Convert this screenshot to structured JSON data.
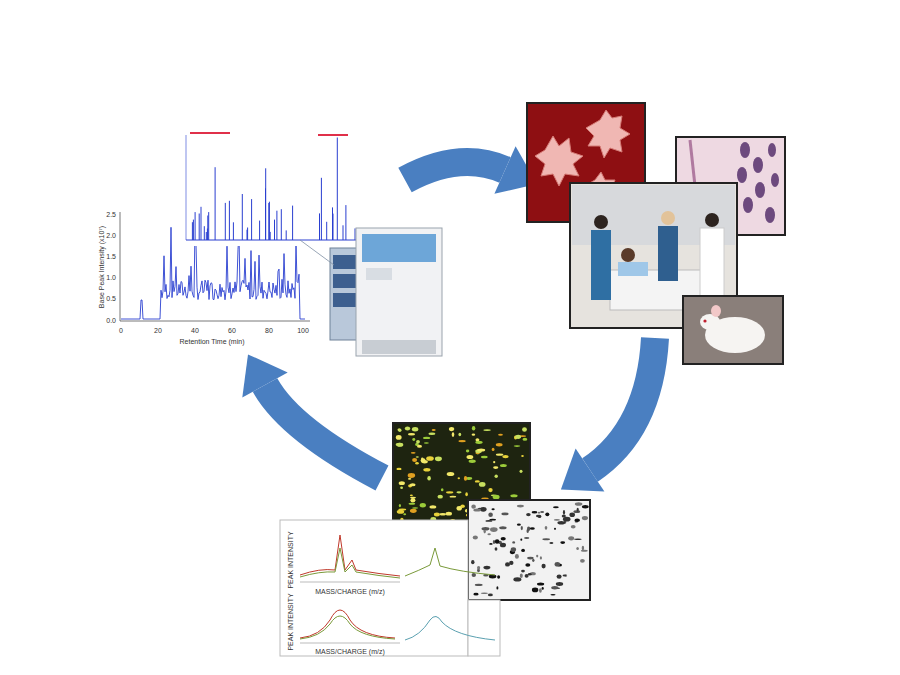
{
  "diagram": {
    "labels": [
      "2.5",
      "2.0",
      "1.5",
      "1.0",
      "0.5",
      "0.0",
      "0",
      "20",
      "40",
      "60",
      "80",
      "100",
      "Retention Time (min)",
      "Base Peak Intensity (x10⁷)",
      "PEAK INTENSITY",
      "MASS/CHARGE (m/z)",
      "PEAK INTENSITY",
      "MASS/CHARGE (m/z)"
    ]
  }
}
